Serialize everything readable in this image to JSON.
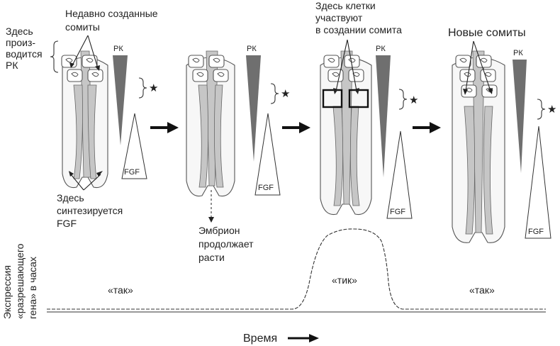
{
  "labels": {
    "recent_somites": [
      "Недавно созданные",
      "сомиты"
    ],
    "rk_produced": [
      "Здесь",
      "произ-",
      "водится",
      "РК"
    ],
    "fgf_synthesized": [
      "Здесь",
      "синтезируется",
      "FGF"
    ],
    "embryo_grows": [
      "Эмбрион",
      "продолжает",
      "расти"
    ],
    "cells_participate": [
      "Здесь клетки",
      "участвуют",
      "в создании сомита"
    ],
    "new_somites": "Новые сомиты",
    "rk": "РК",
    "fgf": "FGF",
    "star": "★",
    "tak": "«так»",
    "tik": "«тик»",
    "y_axis": [
      "Экспрессия",
      "«разрешающего",
      "гена» в часах"
    ],
    "x_axis": "Время"
  },
  "colors": {
    "rk_wedge": "#6f6f6f",
    "neural_tube": "#c6c6c6",
    "embryo_fill": "#f7f7f7",
    "outline": "#555555",
    "highlight_box": "#111111"
  }
}
